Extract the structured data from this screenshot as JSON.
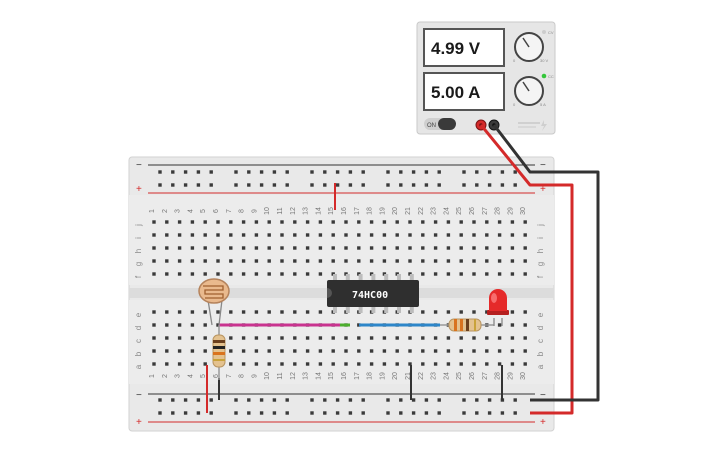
{
  "power_supply": {
    "voltage": "4.99 V",
    "current": "5.00 A",
    "on_label": "ON",
    "knob_v_min": "0",
    "knob_v_max": "30 V",
    "knob_a_min": "0",
    "knob_a_max": "5 A",
    "knob_v_tag": "CV",
    "knob_a_tag": "CC"
  },
  "chip": {
    "label": "74HC00"
  },
  "breadboard": {
    "top_rail_minus": "−",
    "top_rail_plus": "+",
    "bottom_rail_minus": "−",
    "bottom_rail_plus": "+",
    "rows_top": [
      "j",
      "i",
      "h",
      "g",
      "f"
    ],
    "rows_bottom": [
      "e",
      "d",
      "c",
      "b",
      "a"
    ],
    "columns": [
      "1",
      "2",
      "3",
      "4",
      "5",
      "6",
      "7",
      "8",
      "9",
      "10",
      "11",
      "12",
      "13",
      "14",
      "15",
      "16",
      "17",
      "18",
      "19",
      "20",
      "21",
      "22",
      "23",
      "24",
      "25",
      "26",
      "27",
      "28",
      "29",
      "30"
    ]
  },
  "colors": {
    "wire_red": "#d42a2a",
    "wire_black": "#333333",
    "wire_magenta": "#c9338f",
    "wire_blue": "#2d86c9",
    "wire_green": "#4caf2d",
    "led": "#e52a2a",
    "chip": "#2f2f2f"
  }
}
